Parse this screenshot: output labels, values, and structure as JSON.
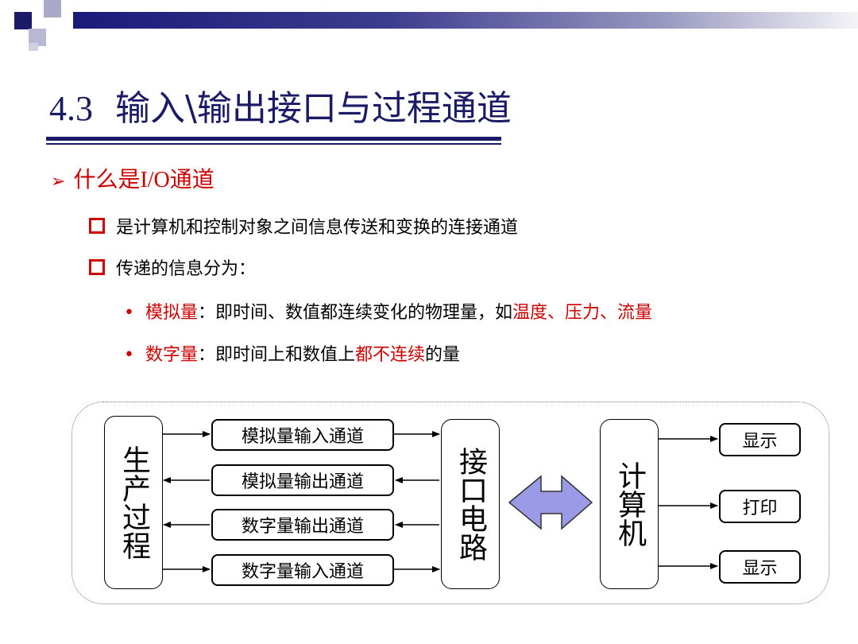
{
  "slide": {
    "section_number": "4.3",
    "title": "输入\\输出接口与过程通道",
    "heading": {
      "prefix": "什么是",
      "latin": "I/O",
      "suffix": "通道"
    },
    "bullets": [
      {
        "text": "是计算机和控制对象之间信息传送和变换的连接通道"
      },
      {
        "text": "传递的信息分为："
      }
    ],
    "sub_bullets": [
      {
        "term": "模拟量",
        "desc": "：即时间、数值都连续变化的物理量，如",
        "highlight": "温度、压力、流量",
        "tail": ""
      },
      {
        "term": "数字量",
        "desc": "：即时间上和数值上",
        "highlight": "都不连续",
        "tail": "的量"
      }
    ],
    "colors": {
      "accent_red": "#cc0000",
      "title_navy": "#1a1a66"
    },
    "icons": {
      "heading_marker": "arrow-bullet-icon",
      "level1_marker": "square-bullet-icon",
      "level2_marker": "dot-bullet-icon"
    }
  },
  "diagram": {
    "production": "生产过程",
    "interface": "接口电路",
    "computer": "计算机",
    "channels": [
      {
        "label": "模拟量输入通道",
        "direction": "right"
      },
      {
        "label": "模拟量输出通道",
        "direction": "left"
      },
      {
        "label": "数字量输出通道",
        "direction": "left"
      },
      {
        "label": "数字量输入通道",
        "direction": "right"
      }
    ],
    "outputs": [
      "显示",
      "打印",
      "显示"
    ]
  }
}
